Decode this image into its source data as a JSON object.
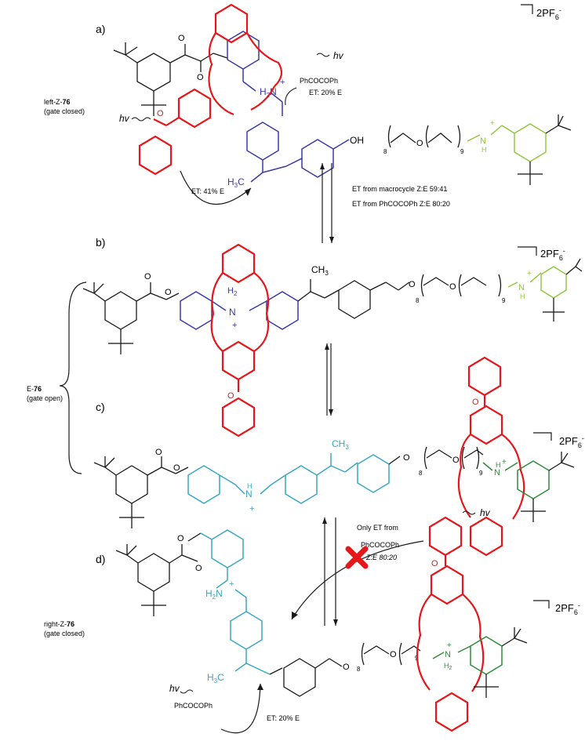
{
  "panels": {
    "a": {
      "letter": "a)",
      "counterion": "2PF",
      "counterion_sub": "6",
      "counterion_sup": "-",
      "side_label_line1": "left-Z-",
      "side_label_bold": "76",
      "side_label_line2": "(gate closed)",
      "hv_right": "hv",
      "sensitizer": "PhCOCOPh",
      "et_sensitizer": "ET: 20% E",
      "hv_left": "hv",
      "et_macrocycle": "ET: 41% E",
      "ammonium": "H2N",
      "charge": "+",
      "methyl": "H3C",
      "oh": "OH",
      "sub_8": "8",
      "sub_9": "9",
      "nh": "N",
      "nh_h": "H"
    },
    "equilibrium_ab": {
      "line1": "ET from macrocycle Z:E 59:41",
      "line2": "ET from PhCOCOPh Z:E 80:20"
    },
    "b": {
      "letter": "b)",
      "counterion": "2PF",
      "counterion_sub": "6",
      "counterion_sup": "-",
      "ch3": "CH3",
      "h2n": "H2",
      "n": "N",
      "charge": "+",
      "sub_8": "8",
      "sub_9": "9",
      "nh": "N",
      "nh_h": "H"
    },
    "brace_label_line1": "E-",
    "brace_label_bold": "76",
    "brace_label_line2": "(gate open)",
    "c": {
      "letter": "c)",
      "counterion": "2PF",
      "counterion_sub": "6",
      "counterion_sup": "-",
      "ch3": "CH3",
      "nh": "N",
      "nh_h": "H",
      "charge": "+",
      "sub_8": "8",
      "sub_9": "9"
    },
    "equilibrium_cd": {
      "line1": "Only ET from",
      "line2": "PhCOCOPh",
      "line3": "Z:E 80:20"
    },
    "d": {
      "letter": "d)",
      "counterion": "2PF",
      "counterion_sub": "6",
      "counterion_sup": "-",
      "side_label_line1": "right-Z-",
      "side_label_bold": "76",
      "side_label_line2": "(gate closed)",
      "hv_left": "hv",
      "sensitizer": "PhCOCOPh",
      "et_sensitizer": "ET: 20% E",
      "hv_right": "hv",
      "h2n": "H2N",
      "charge": "+",
      "methyl": "H3C",
      "sub_8": "8",
      "sub_9": "9",
      "nh2": "N",
      "nh2_h": "H2"
    }
  },
  "colors": {
    "macrocycle": "#e5171b",
    "thread_left_Z": "#3a3aa8",
    "thread_right_Z": "#3aa6c2",
    "stopper_green": "#2f8b3a",
    "stopper_lime": "#8fc43a",
    "blocked_mark": "#e5171b"
  }
}
